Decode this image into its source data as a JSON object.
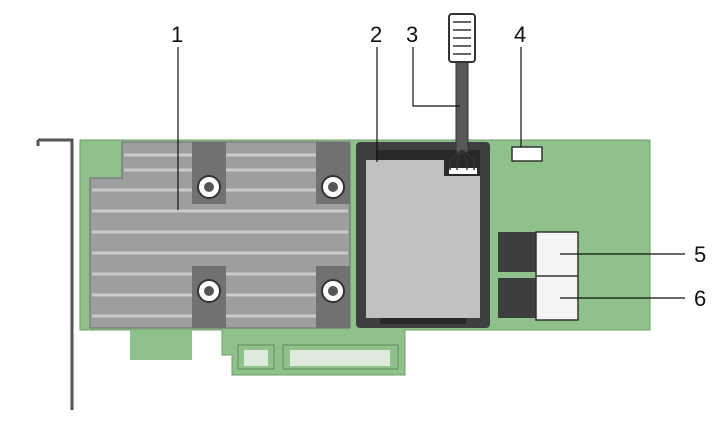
{
  "callouts": [
    {
      "id": 1,
      "label": "1"
    },
    {
      "id": 2,
      "label": "2"
    },
    {
      "id": 3,
      "label": "3"
    },
    {
      "id": 4,
      "label": "4"
    },
    {
      "id": 5,
      "label": "5"
    },
    {
      "id": 6,
      "label": "6"
    }
  ],
  "colors": {
    "pcb_green": "#8fc18b",
    "pcb_edge": "#6f9e6b",
    "heatsink": "#a4a6a8",
    "heatsink_fin": "#c7c9cb",
    "heatsink_dark": "#6d6f71",
    "battery": "#bfc1c3",
    "battery_frame": "#3d3f41",
    "cable": "#555759",
    "connector_dark": "#3b3d3f",
    "connector_light": "#f4f4f4",
    "bracket": "#555555"
  },
  "icons": [
    "screw-icon"
  ]
}
